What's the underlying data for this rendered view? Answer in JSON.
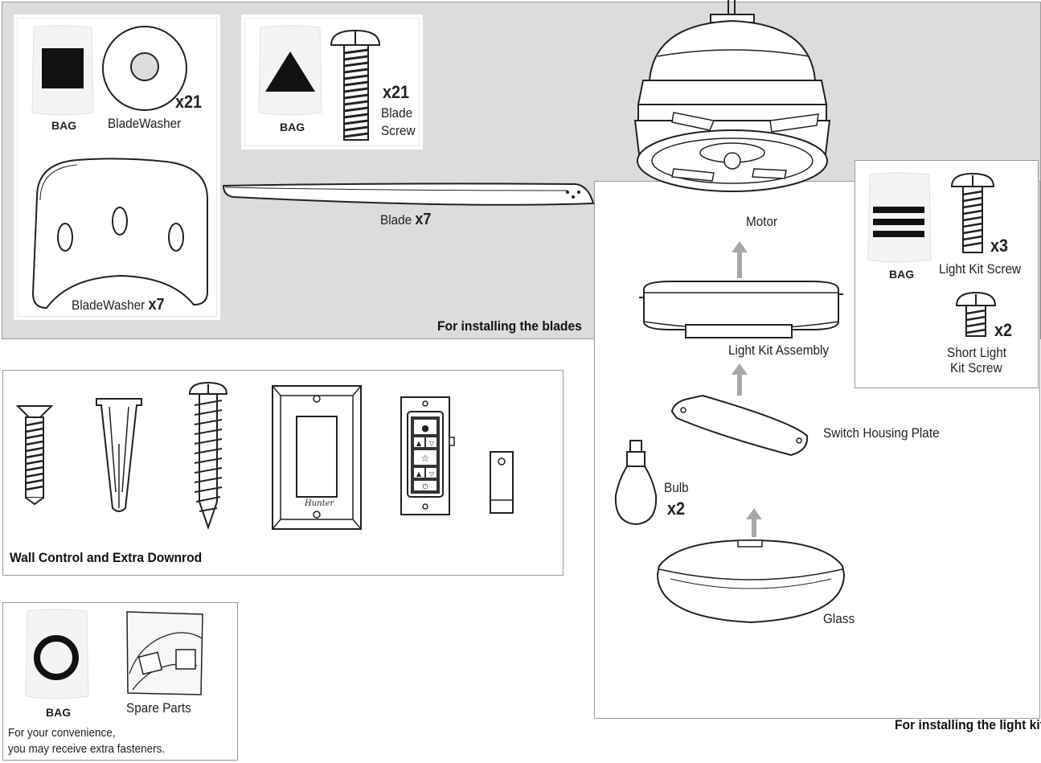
{
  "blades_panel": {
    "caption": "For installing the blades",
    "bag1": {
      "bag_label": "BAG",
      "washer_label": "BladeWasher",
      "washer_qty": "x21",
      "large_washer_label": "BladeWasher",
      "large_washer_qty": "x7"
    },
    "bag2": {
      "bag_label": "BAG",
      "screw_qty": "x21",
      "screw_label_line1": "Blade",
      "screw_label_line2": "Screw"
    },
    "blade_label": "Blade",
    "blade_qty": "x7"
  },
  "light_kit_panel": {
    "caption": "For installing the light kit",
    "motor_label": "Motor",
    "assembly_label": "Light Kit Assembly",
    "switch_plate_label": "Switch Housing Plate",
    "bulb_label": "Bulb",
    "bulb_qty": "x2",
    "glass_label": "Glass",
    "screw_box": {
      "bag_label": "BAG",
      "light_kit_screw_qty": "x3",
      "light_kit_screw_label": "Light Kit Screw",
      "short_screw_qty": "x2",
      "short_screw_label_line1": "Short Light",
      "short_screw_label_line2": "Kit Screw"
    }
  },
  "wall_control_panel": {
    "caption": "Wall Control and Extra Downrod",
    "wallplate_logo": "Hunter"
  },
  "spare_panel": {
    "bag_label": "BAG",
    "spare_label": "Spare Parts",
    "note_line1": "For your convenience,",
    "note_line2": "you may receive extra fasteners."
  },
  "colors": {
    "panel_gray": "#dcdcdc",
    "line": "#1a1a1a",
    "arrow": "#a8a8a8"
  }
}
